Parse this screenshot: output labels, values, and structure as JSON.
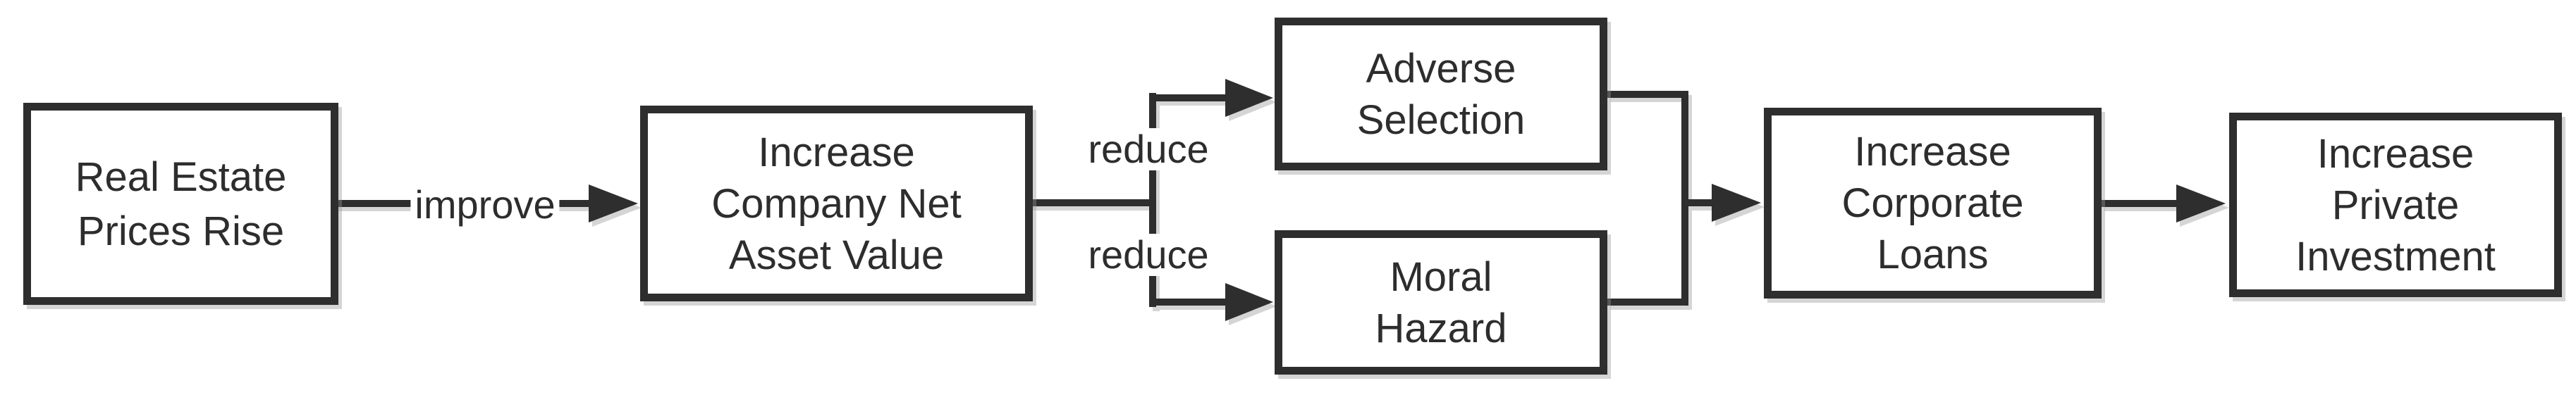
{
  "diagram": {
    "background_color": "#ffffff",
    "stroke_color": "#2e2e2e",
    "text_color": "#2d2d2d",
    "shadow_color": "#969696",
    "nodes": [
      {
        "id": "real-estate-prices-rise",
        "lines": [
          "Real Estate",
          "Prices Rise"
        ]
      },
      {
        "id": "increase-company-net-asset-value",
        "lines": [
          "Increase",
          "Company Net",
          "Asset Value"
        ]
      },
      {
        "id": "adverse-selection",
        "lines": [
          "Adverse",
          "Selection"
        ]
      },
      {
        "id": "moral-hazard",
        "lines": [
          "Moral",
          "Hazard"
        ]
      },
      {
        "id": "increase-corporate-loans",
        "lines": [
          "Increase",
          "Corporate",
          "Loans"
        ]
      },
      {
        "id": "increase-private-investment",
        "lines": [
          "Increase",
          "Private",
          "Investment"
        ]
      }
    ],
    "edge_labels": {
      "improve": "improve",
      "reduce_upper": "reduce",
      "reduce_lower": "reduce"
    }
  }
}
